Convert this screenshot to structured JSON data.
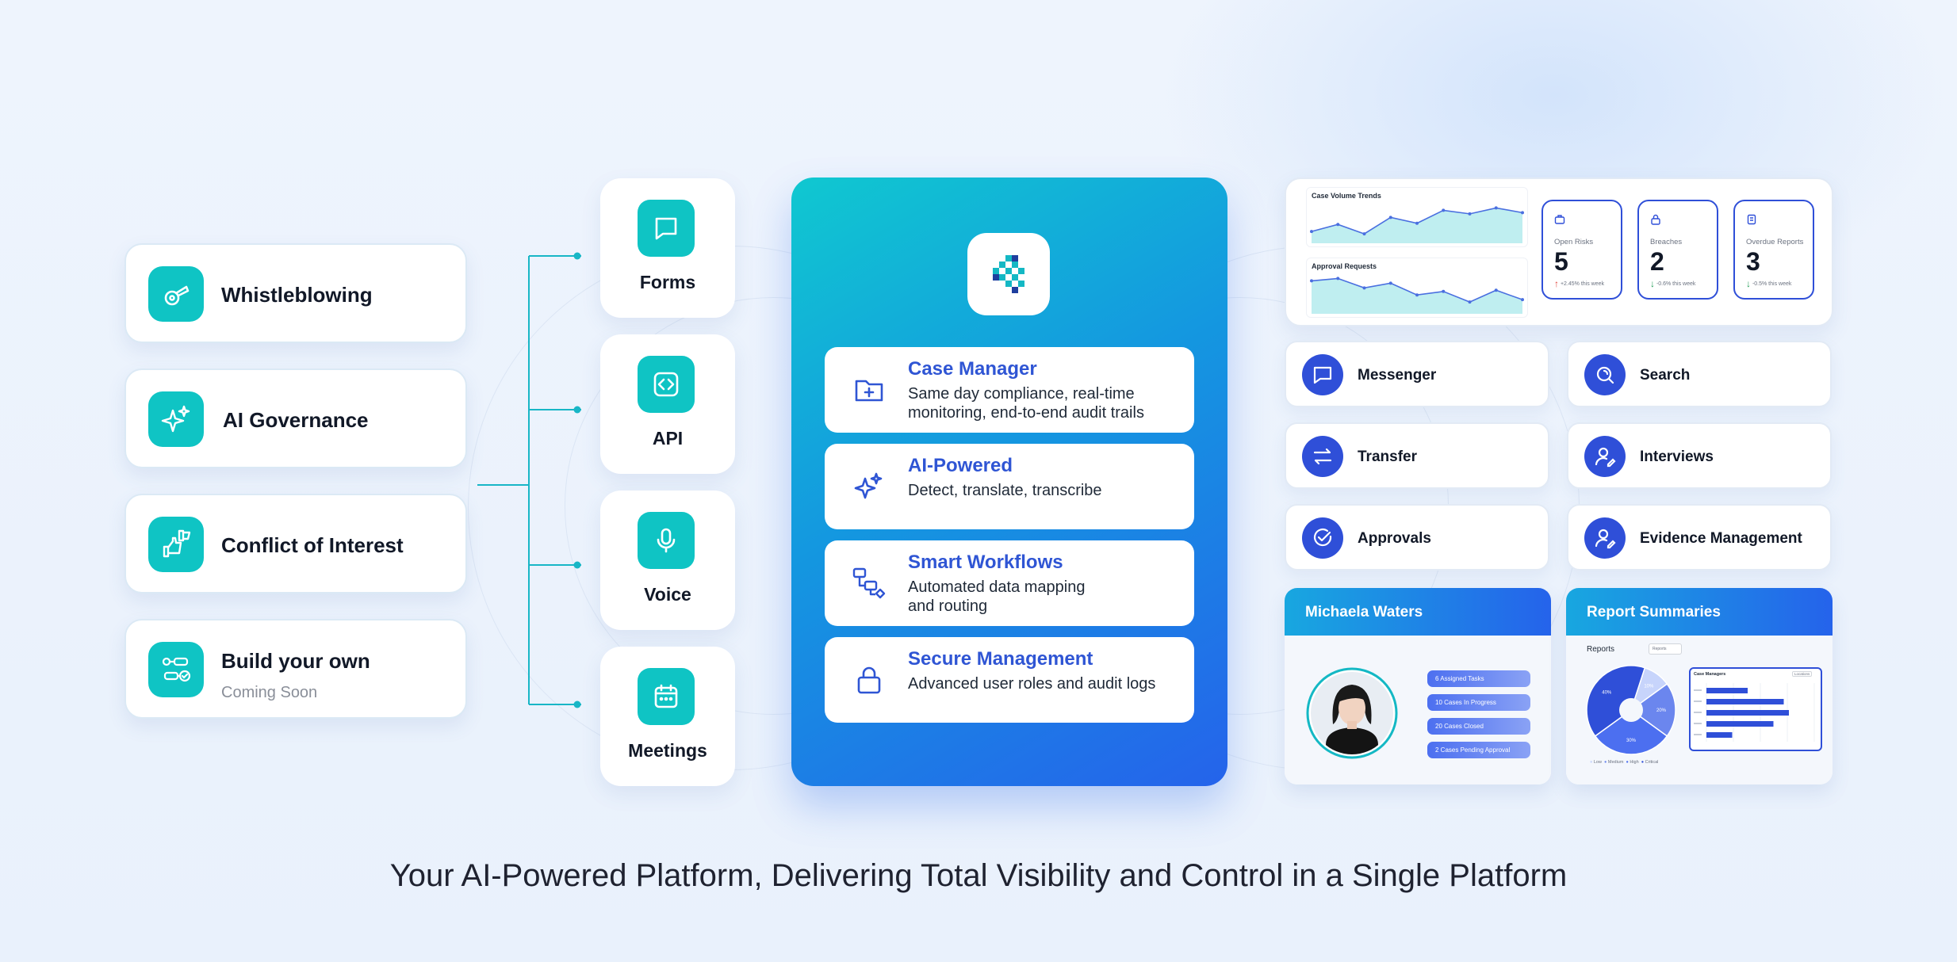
{
  "categories": [
    {
      "label": "Whistleblowing",
      "sub": "",
      "icon": "whistle-icon"
    },
    {
      "label": "AI Governance",
      "sub": "",
      "icon": "sparkles-icon"
    },
    {
      "label": "Conflict of Interest",
      "sub": "",
      "icon": "thumbs-icon"
    },
    {
      "label": "Build your own",
      "sub": "Coming Soon",
      "icon": "builder-icon"
    }
  ],
  "channels": [
    {
      "label": "Forms",
      "icon": "chat-bubble-icon"
    },
    {
      "label": "API",
      "icon": "code-icon"
    },
    {
      "label": "Voice",
      "icon": "microphone-icon"
    },
    {
      "label": "Meetings",
      "icon": "calendar-icon"
    }
  ],
  "features": [
    {
      "title": "Case Manager",
      "desc": "Same day compliance, real-time monitoring, end-to-end audit trails",
      "icon": "folder-plus-icon"
    },
    {
      "title": "AI-Powered",
      "desc": "Detect, translate, transcribe",
      "icon": "sparkles-icon"
    },
    {
      "title": "Smart Workflows",
      "desc": "Automated data mapping and routing",
      "icon": "workflow-icon"
    },
    {
      "title": "Secure Management",
      "desc": "Advanced user roles and audit logs",
      "icon": "lock-icon"
    }
  ],
  "dashboard": {
    "charts": [
      {
        "title": "Case Volume Trends",
        "values": [
          40,
          46,
          38,
          52,
          47,
          58,
          55,
          60,
          56
        ]
      },
      {
        "title": "Approval Requests",
        "values": [
          58,
          60,
          52,
          56,
          46,
          49,
          40,
          50,
          42
        ]
      }
    ],
    "metrics": [
      {
        "label": "Open Risks",
        "value": "5",
        "change": "+2.45% this week",
        "trend": "up"
      },
      {
        "label": "Breaches",
        "value": "2",
        "change": "-0.6% this week",
        "trend": "down"
      },
      {
        "label": "Overdue Reports",
        "value": "3",
        "change": "-0.5% this week",
        "trend": "down"
      }
    ]
  },
  "tools": [
    {
      "label": "Messenger",
      "icon": "chat-bubble-icon"
    },
    {
      "label": "Search",
      "icon": "search-icon"
    },
    {
      "label": "Transfer",
      "icon": "transfer-arrows-icon"
    },
    {
      "label": "Interviews",
      "icon": "user-edit-icon"
    },
    {
      "label": "Approvals",
      "icon": "check-circle-icon"
    },
    {
      "label": "Evidence Management",
      "icon": "user-edit-icon"
    }
  ],
  "profile_card": {
    "name": "Michaela Waters",
    "tasks": [
      "6 Assigned Tasks",
      "10 Cases In Progress",
      "20 Cases Closed",
      "2 Cases Pending Approval"
    ]
  },
  "report_card": {
    "title": "Report Summaries",
    "sub_title": "Reports",
    "filter": "Reports",
    "pie_labels": [
      "10%",
      "20%",
      "30%",
      "40%"
    ],
    "pie_values": [
      10,
      20,
      30,
      40
    ],
    "legend": [
      "Low",
      "Medium",
      "High",
      "Critical"
    ],
    "bars_title": "Case Managers",
    "bars_filter": "Locations",
    "bars": [
      40,
      75,
      80,
      65,
      25
    ]
  },
  "tagline": "Your AI-Powered Platform, Delivering Total Visibility and Control in a Single Platform",
  "colors": {
    "teal": "#0fc4c4",
    "blue": "#2f4fd8",
    "feature_title": "#2f55d4"
  }
}
